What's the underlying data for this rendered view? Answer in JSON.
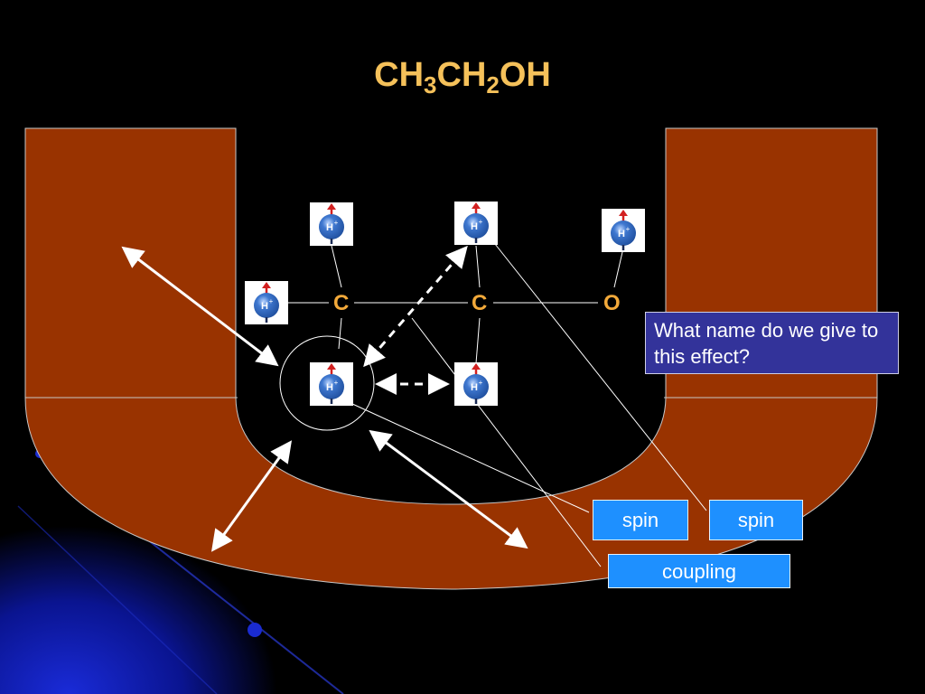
{
  "slide": {
    "title_parts": [
      "CH",
      "3",
      "CH",
      "2",
      "OH"
    ]
  },
  "molecule": {
    "atoms": [
      "C",
      "C",
      "O"
    ],
    "hydrogen_label": "H"
  },
  "callout": {
    "text": "What name do we give to this effect?"
  },
  "tags": {
    "spin_1": "spin",
    "spin_2": "spin",
    "coupling": "coupling"
  },
  "colors": {
    "background": "#000000",
    "u_shape": "#993300",
    "title": "#F5C15A",
    "atom_label": "#F2A93A",
    "callout_bg": "#33339A",
    "tag_bg": "#1E90FF",
    "hydrogen_sphere": "#1f4f9e",
    "spin_arrow": "#d22020"
  }
}
